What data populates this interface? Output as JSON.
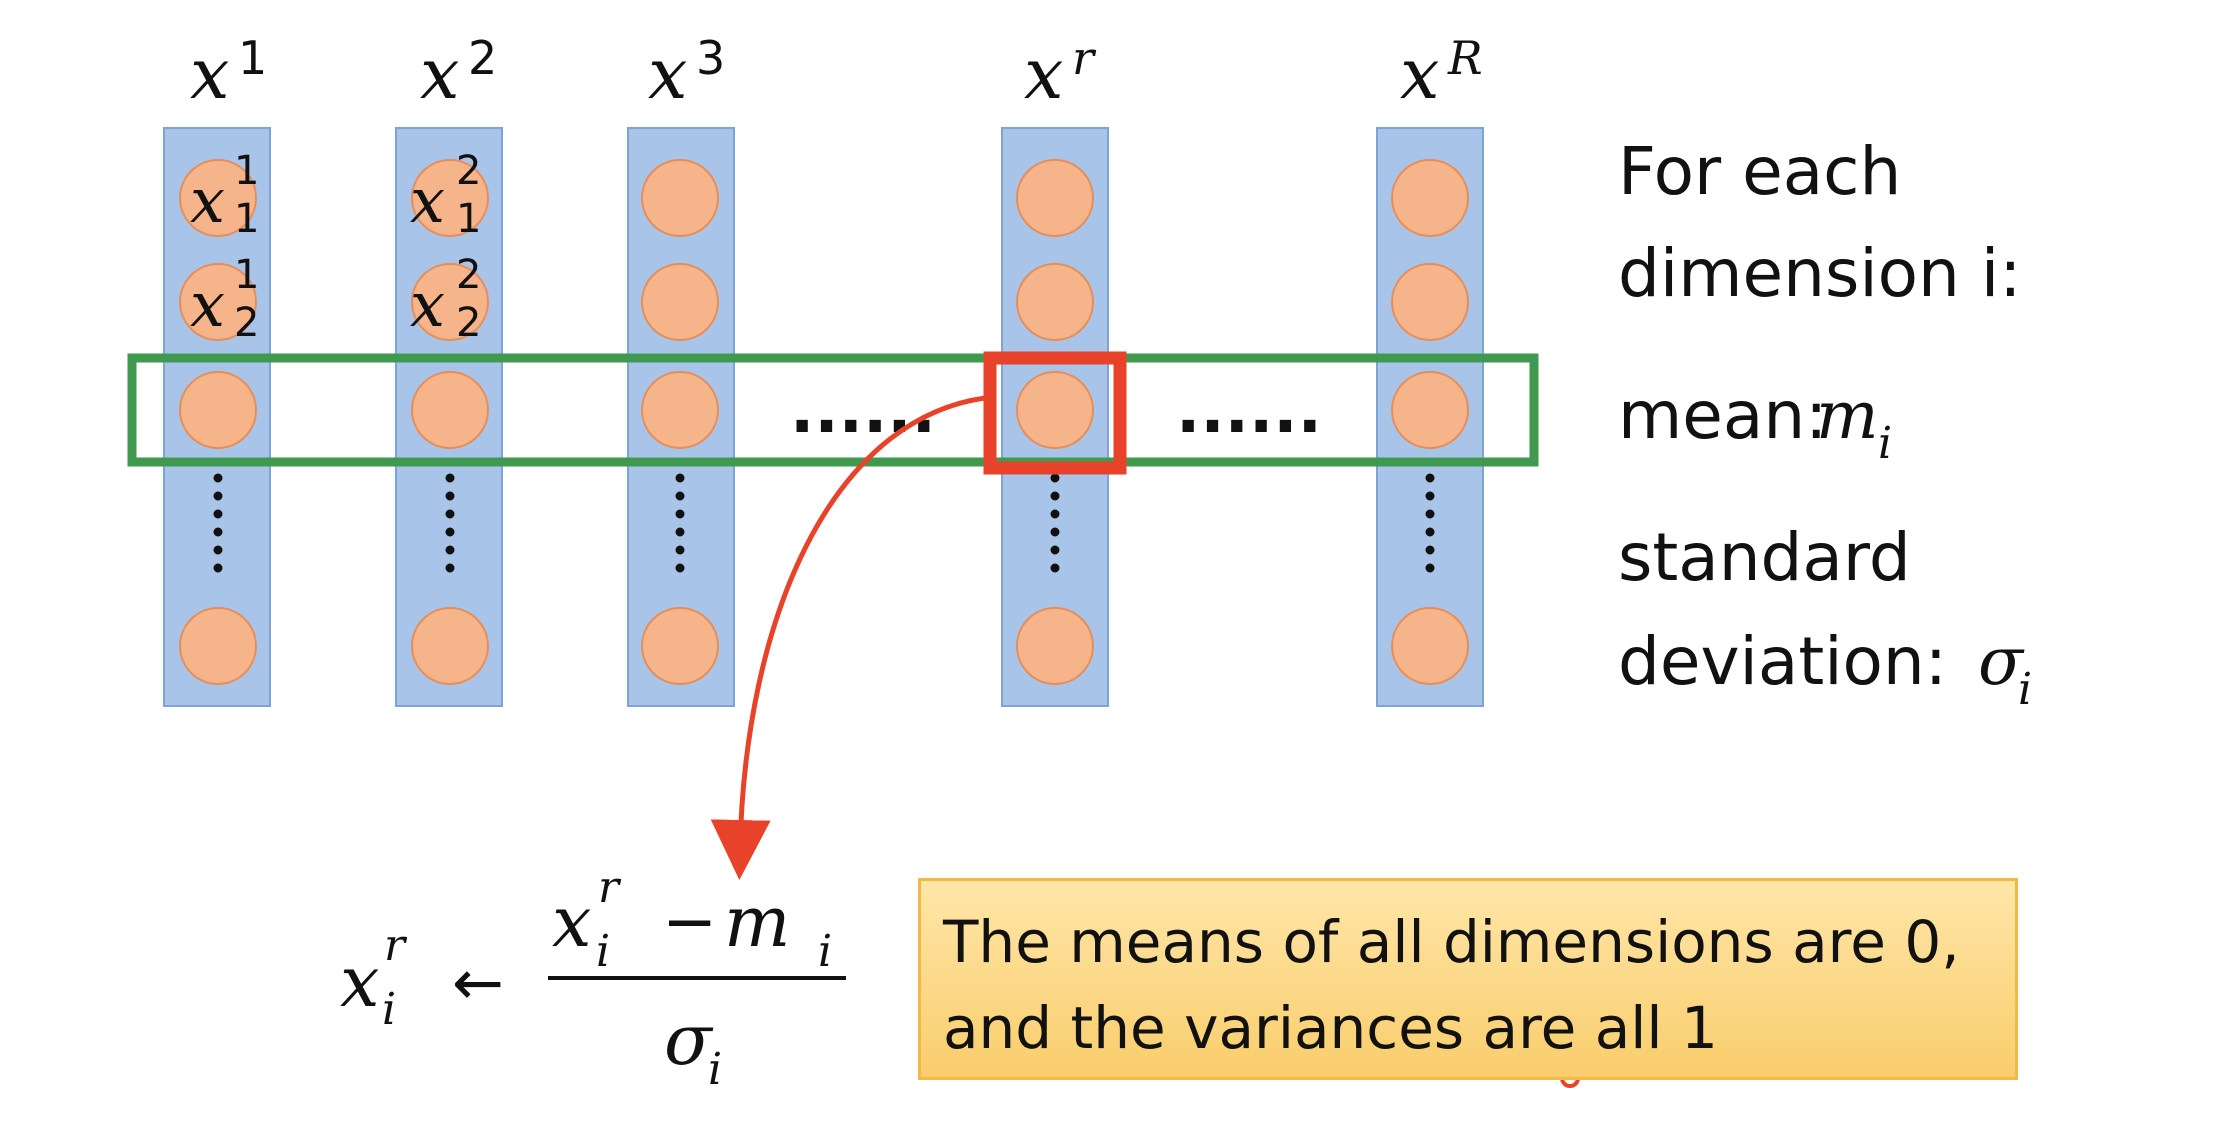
{
  "diagram": {
    "columns": [
      {
        "base": "x",
        "sup": "1",
        "nodes": [
          {
            "base": "x",
            "sub": "1",
            "sup": "1"
          },
          {
            "base": "x",
            "sub": "2",
            "sup": "1"
          }
        ]
      },
      {
        "base": "x",
        "sup": "2",
        "nodes": [
          {
            "base": "x",
            "sub": "1",
            "sup": "2"
          },
          {
            "base": "x",
            "sub": "2",
            "sup": "2"
          }
        ]
      },
      {
        "base": "x",
        "sup": "3",
        "nodes": []
      },
      {
        "base": "x",
        "sup": "r",
        "nodes": []
      },
      {
        "base": "x",
        "sup": "R",
        "nodes": []
      }
    ],
    "row_ellipsis": "......",
    "right_text": {
      "line1": "For each",
      "line2": "dimension i:",
      "mean_label": "mean:",
      "mean_symbol": "m",
      "mean_sub": "i",
      "std_line1": "standard",
      "std_label": "deviation:",
      "std_symbol": "σ",
      "std_sub": "i"
    },
    "formula": {
      "lhs_base": "x",
      "lhs_sup": "r",
      "lhs_sub": "i",
      "arrow": "←",
      "num_base": "x",
      "num_sup": "r",
      "num_sub": "i",
      "minus": "−",
      "num_m": "m",
      "num_m_sub": "i",
      "den": "σ",
      "den_sub": "i"
    },
    "callout": {
      "line1": "The means of all dimensions are 0,",
      "line2": "and the variances are all 1"
    },
    "colors": {
      "column_fill": "#a9c4e9",
      "column_stroke": "#7fa3d6",
      "node_fill": "#f5b48a",
      "node_stroke": "#e58e5a",
      "row_box": "#3f9a4f",
      "highlight_box": "#e8432a",
      "callout_fill": "#fbd37a"
    }
  }
}
